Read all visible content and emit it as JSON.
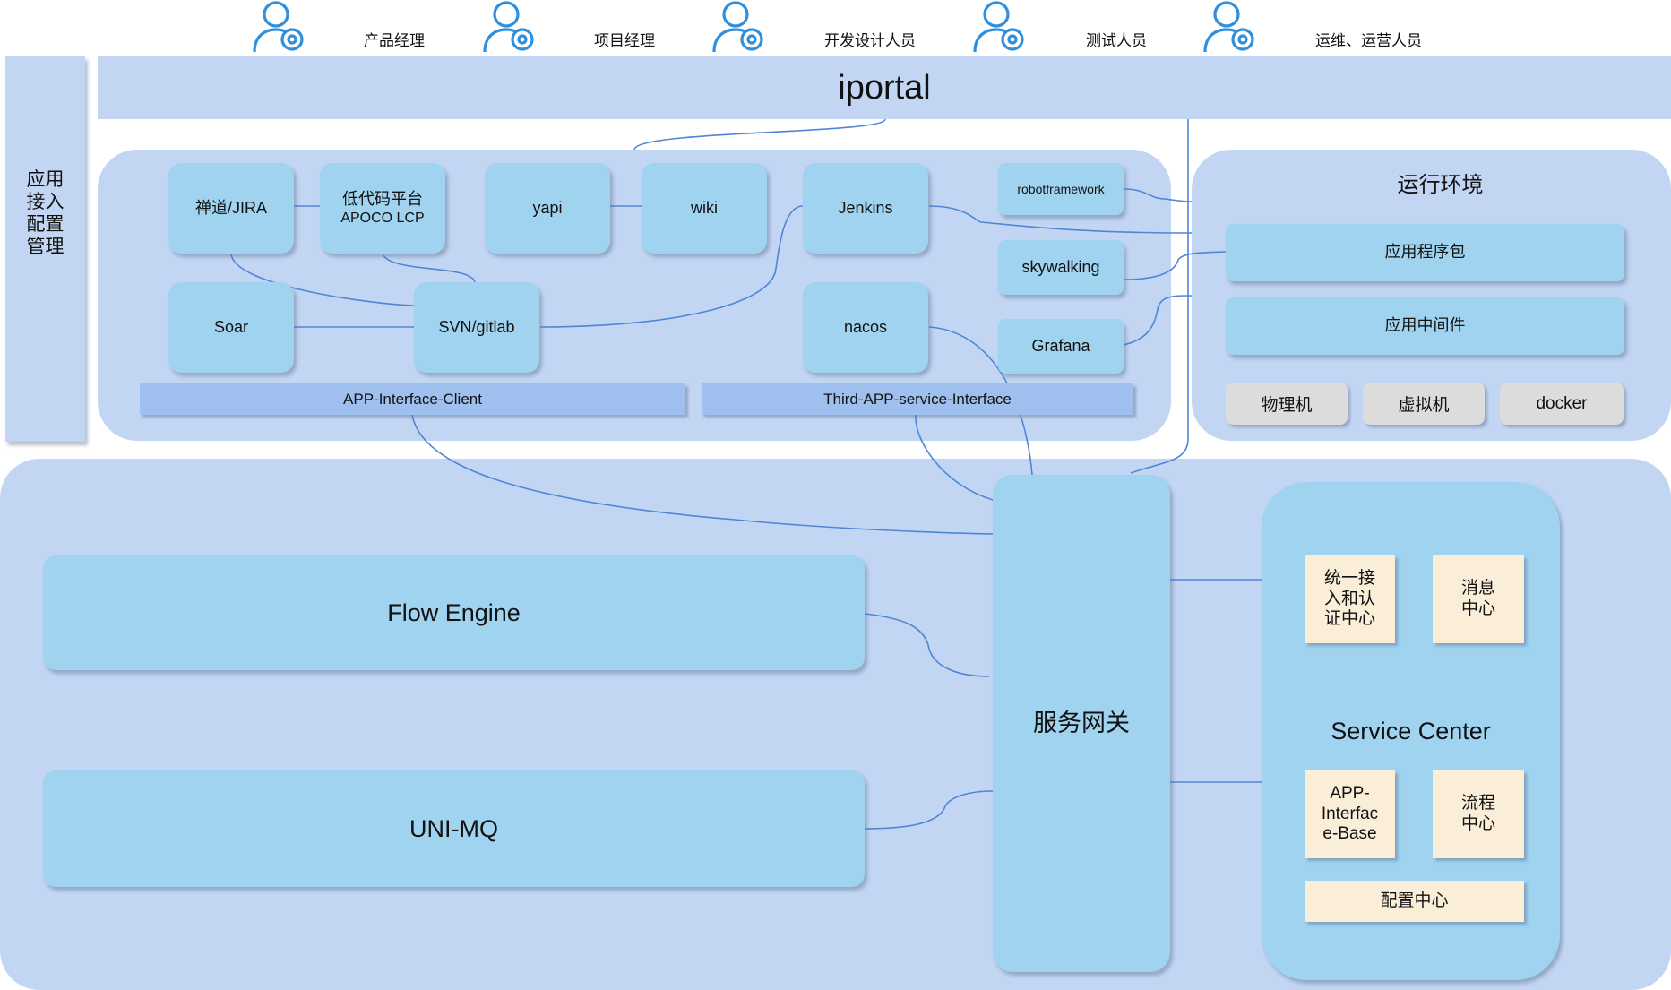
{
  "roles": [
    {
      "label": "产品经理",
      "icon": "user-gear-icon"
    },
    {
      "label": "项目经理",
      "icon": "user-gear-icon"
    },
    {
      "label": "开发设计人员",
      "icon": "user-gear-icon"
    },
    {
      "label": "测试人员",
      "icon": "user-gear-icon"
    },
    {
      "label": "运维、运营人员",
      "icon": "user-gear-icon"
    }
  ],
  "sidebar": {
    "label": "应用\n接入\n配置\n管理"
  },
  "portal": {
    "title": "iportal"
  },
  "tools": {
    "zentao": "禅道/JIRA",
    "lowcode_line1": "低代码平台",
    "lowcode_line2": "APOCO LCP",
    "yapi": "yapi",
    "wiki": "wiki",
    "jenkins": "Jenkins",
    "robotframework": "robotframework",
    "skywalking": "skywalking",
    "grafana": "Grafana",
    "soar": "Soar",
    "svn": "SVN/gitlab",
    "nacos": "nacos",
    "app_interface_client": "APP-Interface-Client",
    "third_app_interface": "Third-APP-service-Interface"
  },
  "runtime": {
    "title": "运行环境",
    "app_package": "应用程序包",
    "middleware": "应用中间件",
    "physical": "物理机",
    "vm": "虚拟机",
    "docker": "docker"
  },
  "core": {
    "flow_engine": "Flow Engine",
    "uni_mq": "UNI-MQ",
    "gateway": "服务网关"
  },
  "service_center": {
    "title": "Service Center",
    "auth": "统一接\n入和认\n证中心",
    "message": "消息\n中心",
    "app_interface_base": "APP-\nInterfac\ne-Base",
    "process": "流程\n中心",
    "config": "配置中心"
  },
  "colors": {
    "container": "#c2d6f4",
    "node": "#9fd3ef",
    "bar": "#9fbfee",
    "cream": "#fbeed8",
    "gray": "#dcdcdc",
    "line": "#4f86d4",
    "icon": "#2f8fdc"
  }
}
